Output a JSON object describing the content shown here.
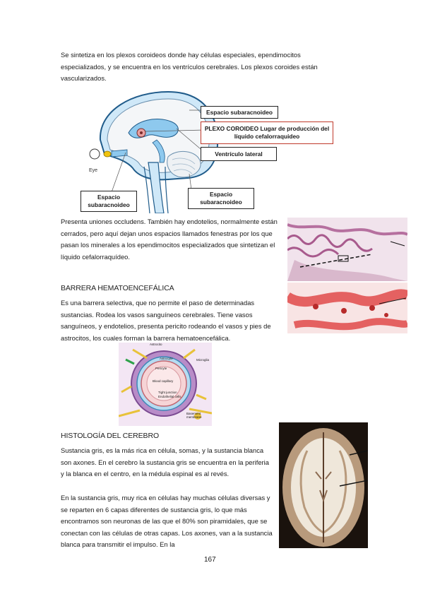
{
  "intro_paragraph": "Se sintetiza en los plexos coroideos donde hay células especiales, ependimocitos especializados, y se encuentra en los ventrículos cerebrales. Los plexos coroides están vascularizados.",
  "brain_diagram": {
    "label_subarachnoid_top": "Espacio subaracnoideo",
    "label_choroid_plexus": "PLEXO COROIDEO  Lugar de producción del líquido cefalorraquideo",
    "label_lateral_ventricle": "Ventrículo lateral",
    "label_subarachnoid_left": "Espacio subaracnoideo",
    "label_subarachnoid_right": "Espacio subaracnoideo",
    "label_eye": "Eye"
  },
  "plexus_paragraph": "Presenta uniones occludens. También hay endotelios, normalmente están cerrados, pero aquí dejan unos espacios llamados fenestras por los que pasan los minerales a los ependimocitos especializados que sintetizan el líquido cefalorraquídeo.",
  "section_bbb": {
    "heading": "BARRERA HEMATOENCEFÁLICA",
    "paragraph": "Es una barrera selectiva, que no permite el paso de determinadas sustancias. Rodea los vasos sanguíneos cerebrales. Tiene vasos sanguíneos, y endotelios, presenta pericito rodeando el vasos y pies de astrocitos, los cuales forman la barrera hematoencefálica."
  },
  "bbb_diagram": {
    "label_astrocyte": "Astrocito",
    "label_astrocyte_foot": "Astrocyte",
    "label_pericyte": "Pericyte",
    "label_blood_capillary": "Blood capillary",
    "label_tight_junction": "Tight junction",
    "label_endothelial_cells": "Endothelial cells",
    "label_microglia": "Microglia",
    "label_basement_membrane": "Basement membrane"
  },
  "section_histology": {
    "heading": "HISTOLOGÍA DEL CEREBRO",
    "paragraph_1": "Sustancia gris, es la más rica en célula, somas,  y la sustancia blanca son axones. En el cerebro la sustancia gris se encuentra en la periferia y la blanca en el centro, en la médula espinal es al revés.",
    "paragraph_2": "En la sustancia gris, muy rica en células hay muchas células diversas y se reparten en 6 capas diferentes de sustancia gris, lo que más encontramos son neuronas de las que el 80% son piramidales, que se conectan con las células de otras capas. Los axones, van a la sustancia blanca para transmitir el impulso. En la"
  },
  "page_number": "167",
  "colors": {
    "csf_blue": "#8ec9ee",
    "histology_pink": "#d9a3c4",
    "stain_red": "#e04a4a",
    "label_red_border": "#c0392b"
  }
}
